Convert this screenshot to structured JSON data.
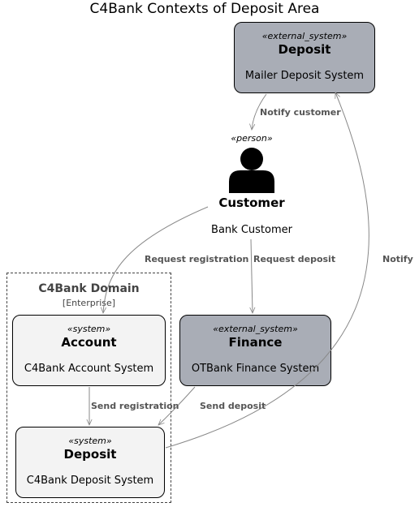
{
  "title": "C4Bank Contexts of Deposit Area",
  "nodes": {
    "mailer": {
      "stereotype": "«external_system»",
      "name": "Deposit",
      "description": "Mailer Deposit System"
    },
    "customer": {
      "stereotype": "«person»",
      "name": "Customer",
      "description": "Bank Customer"
    },
    "finance": {
      "stereotype": "«external_system»",
      "name": "Finance",
      "description": "OTBank Finance System"
    },
    "account": {
      "stereotype": "«system»",
      "name": "Account",
      "description": "C4Bank Account System"
    },
    "deposit": {
      "stereotype": "«system»",
      "name": "Deposit",
      "description": "C4Bank Deposit System"
    }
  },
  "boundary": {
    "title": "C4Bank Domain",
    "subtitle": "[Enterprise]"
  },
  "edges": {
    "notify_customer": "Notify customer",
    "request_registration": "Request registration",
    "request_deposit": "Request deposit",
    "notify": "Notify",
    "send_registration": "Send registration",
    "send_deposit": "Send deposit"
  },
  "colors": {
    "external_system": "#a9adb6",
    "system": "#f3f3f3",
    "edge": "#888888"
  }
}
